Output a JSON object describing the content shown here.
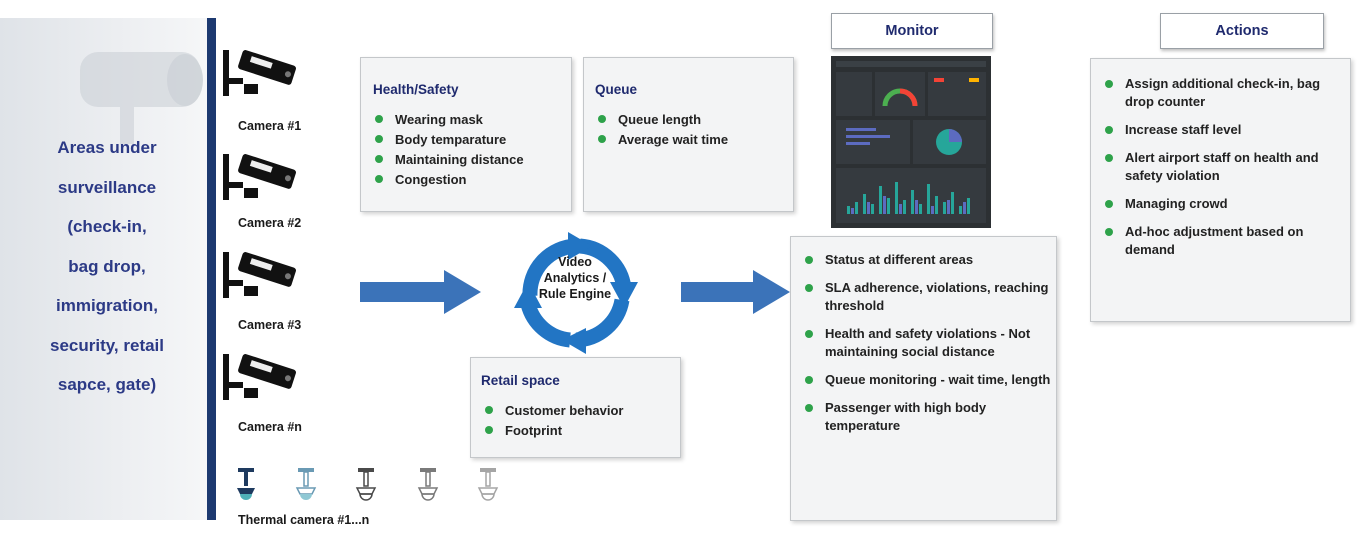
{
  "areas": {
    "lines": [
      "Areas under",
      "surveillance",
      "(check-in,",
      "bag drop,",
      "immigration,",
      "security, retail",
      "sapce, gate)"
    ]
  },
  "cameras": [
    {
      "label": "Camera #1",
      "icon": "cctv-camera-icon"
    },
    {
      "label": "Camera #2",
      "icon": "cctv-camera-icon"
    },
    {
      "label": "Camera #3",
      "icon": "cctv-camera-icon"
    },
    {
      "label": "Camera #n",
      "icon": "cctv-camera-icon"
    }
  ],
  "thermal": {
    "label": "Thermal camera #1...n",
    "icon": "thermal-camera-icon",
    "colors": [
      "#1e3a5f",
      "#6a9ab4",
      "#4a4a4a",
      "#7a7a7a",
      "#a5a5a5"
    ]
  },
  "health_safety": {
    "title": "Health/Safety",
    "items": [
      "Wearing mask",
      "Body temparature",
      "Maintaining distance",
      "Congestion"
    ]
  },
  "queue": {
    "title": "Queue",
    "items": [
      "Queue length",
      "Average wait time"
    ]
  },
  "engine": {
    "lines": [
      "Video",
      "Analytics /",
      "Rule Engine"
    ],
    "color": "#2275c4"
  },
  "retail": {
    "title": "Retail space",
    "items": [
      "Customer behavior",
      "Footprint"
    ]
  },
  "monitor": {
    "title": "Monitor",
    "items": [
      "Status at different areas",
      "SLA adherence, violations, reaching threshold",
      "Health and safety violations - Not maintaining social distance",
      "Queue monitoring - wait time, length",
      "Passenger with high body temperature"
    ]
  },
  "actions": {
    "title": "Actions",
    "items": [
      "Assign additional check-in, bag drop counter",
      "Increase staff level",
      "Alert airport staff on health and safety violation",
      "Managing crowd",
      "Ad-hoc adjustment based on demand"
    ]
  },
  "colors": {
    "bullet": "#2ea24a",
    "arrow": "#3b73b9",
    "navy": "#1d3970",
    "title": "#1f2a6e"
  }
}
